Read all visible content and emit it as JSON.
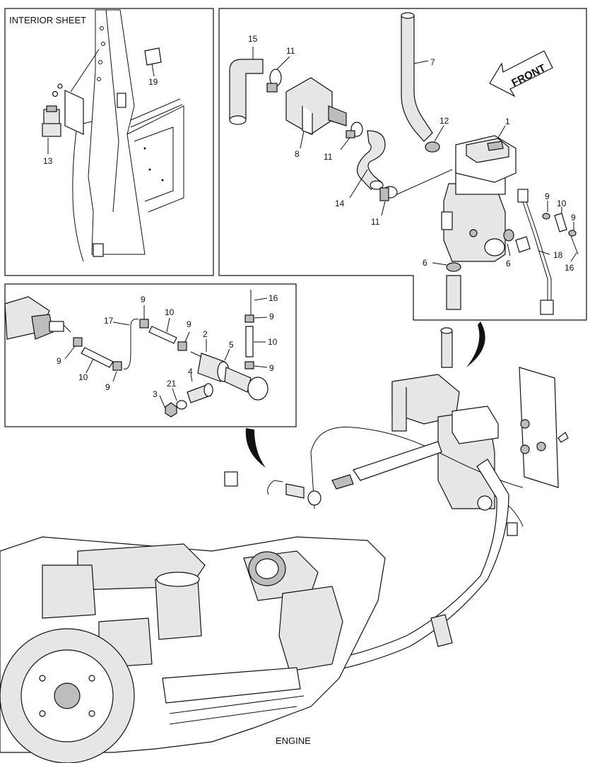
{
  "panels": {
    "interior": {
      "title": "INTERIOR SHEET"
    },
    "heater": {
      "front_label": "FRONT"
    },
    "engine": {
      "title": "ENGINE"
    }
  },
  "callouts": {
    "interior": [
      "19",
      "13"
    ],
    "heater": [
      "15",
      "11",
      "7",
      "8",
      "11",
      "12",
      "1",
      "14",
      "11",
      "9",
      "10",
      "9",
      "18",
      "16",
      "6",
      "6"
    ],
    "fuel": [
      "9",
      "10",
      "9",
      "2",
      "5",
      "16",
      "9",
      "10",
      "9",
      "17",
      "9",
      "10",
      "9",
      "21",
      "4",
      "3"
    ]
  }
}
